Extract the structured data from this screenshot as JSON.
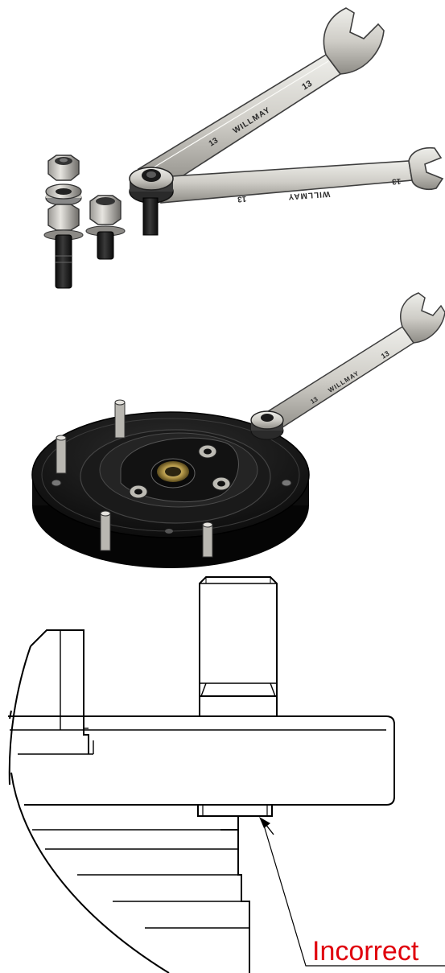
{
  "wrench_marks": {
    "size": "13",
    "brand": "WILLMAY"
  },
  "callout": {
    "text": "Incorrect",
    "color": "#e0000c"
  },
  "colors": {
    "steel": "#d4d2cc",
    "steel_dark": "#8d8b86",
    "black_part": "#1c1c1c",
    "plate": "#141414",
    "brass": "#b69a4a"
  }
}
